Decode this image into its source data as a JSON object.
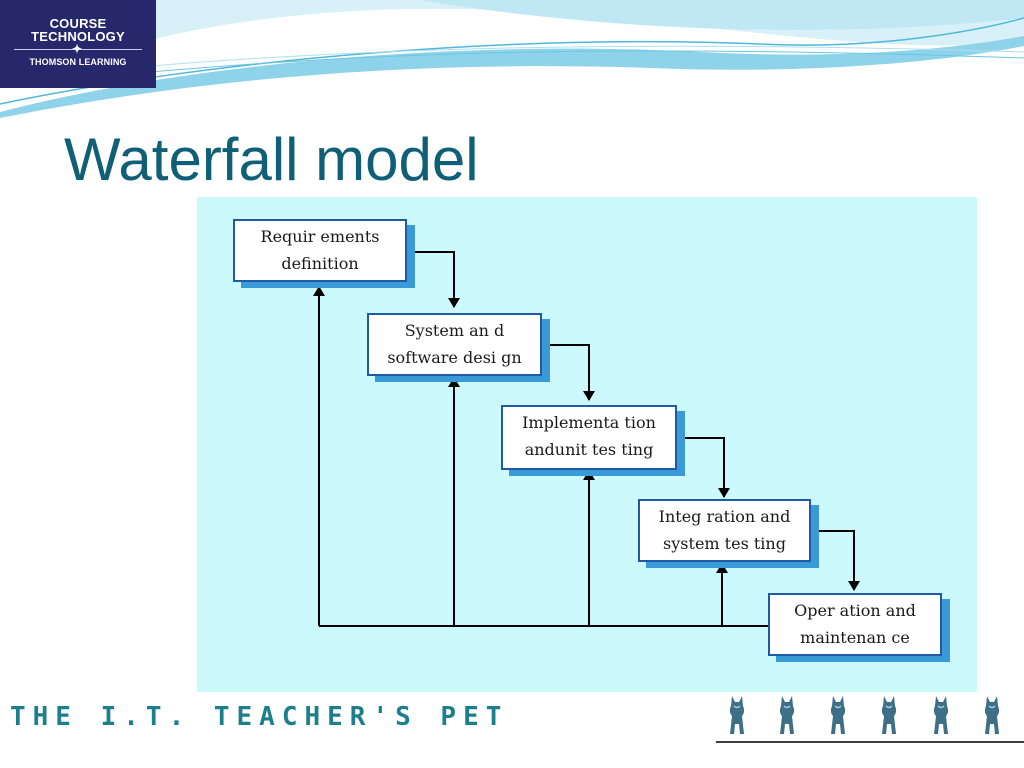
{
  "logo": {
    "line1": "COURSE",
    "line2": "TECHNOLOGY",
    "line3": "THOMSON LEARNING",
    "color": "#26286b"
  },
  "slide": {
    "title": "Waterfall model",
    "title_color": "#0f5f78"
  },
  "diagram": {
    "background": "#ccfafc",
    "stages": [
      {
        "label": "Requir ements\ndefinition"
      },
      {
        "label": "System an d\nsoftware desi gn"
      },
      {
        "label": "Implementa  tion\nandunit tes ting"
      },
      {
        "label": "Integ ration and\nsystem tes ting"
      },
      {
        "label": "Oper  ation and\nmaintenan ce"
      }
    ]
  },
  "footer": {
    "brand": "THE I.T. TEACHER'S PET",
    "brand_color": "#1e7f8c",
    "mascot_icons": [
      "cat-statue-icon",
      "cat-statue-icon",
      "cat-statue-icon",
      "cat-statue-icon",
      "cat-statue-icon",
      "cat-statue-icon"
    ]
  }
}
